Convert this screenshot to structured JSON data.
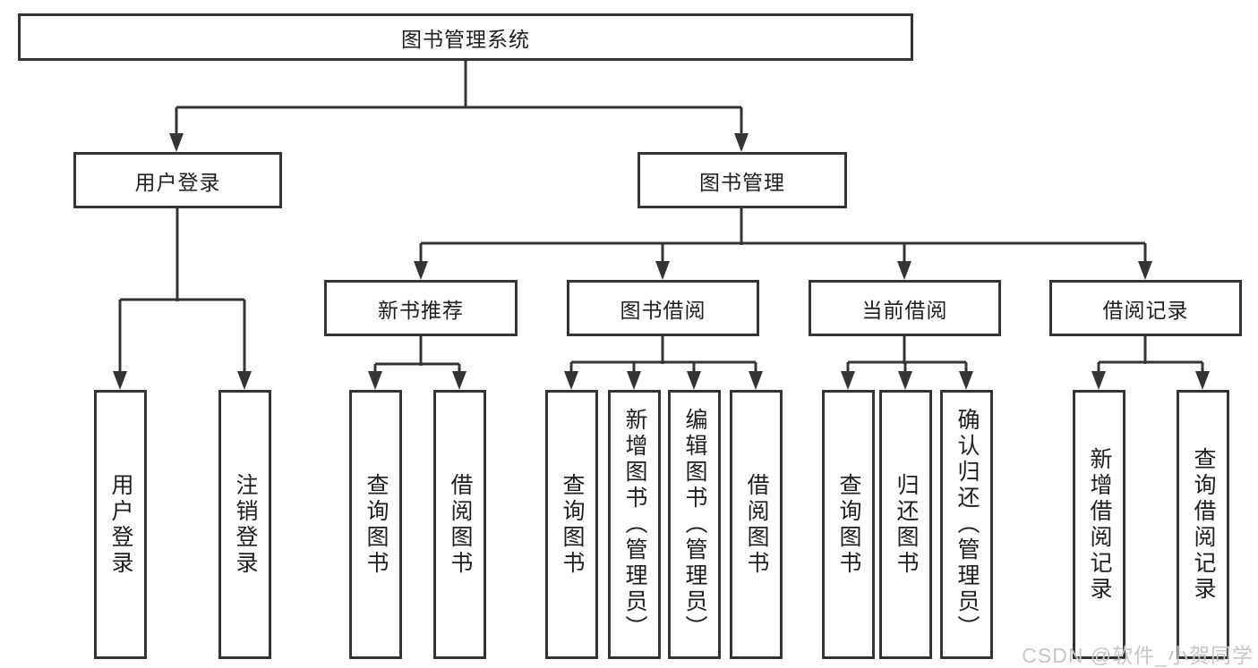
{
  "diagram": {
    "root": {
      "label": "图书管理系统"
    },
    "level2": [
      {
        "label": "用户登录"
      },
      {
        "label": "图书管理"
      }
    ],
    "level3": [
      {
        "label": "新书推荐"
      },
      {
        "label": "图书借阅"
      },
      {
        "label": "当前借阅"
      },
      {
        "label": "借阅记录"
      }
    ],
    "leaves": {
      "user_login": [
        {
          "label": "用户登录"
        },
        {
          "label": "注销登录"
        }
      ],
      "new_book": [
        {
          "label": "查询图书"
        },
        {
          "label": "借阅图书"
        }
      ],
      "borrow": [
        {
          "label": "查询图书"
        },
        {
          "label": "新增图书（管理员）"
        },
        {
          "label": "编辑图书（管理员）"
        },
        {
          "label": "借阅图书"
        }
      ],
      "current": [
        {
          "label": "查询图书"
        },
        {
          "label": "归还图书"
        },
        {
          "label": "确认归还（管理员）"
        }
      ],
      "records": [
        {
          "label": "新增借阅记录"
        },
        {
          "label": "查询借阅记录"
        }
      ]
    }
  },
  "watermark": {
    "text": "CSDN @软件_小贺同学"
  },
  "colors": {
    "line": "#343434",
    "text": "#1e1e1e",
    "watermark": "#c6c6c6",
    "background": "#ffffff"
  }
}
